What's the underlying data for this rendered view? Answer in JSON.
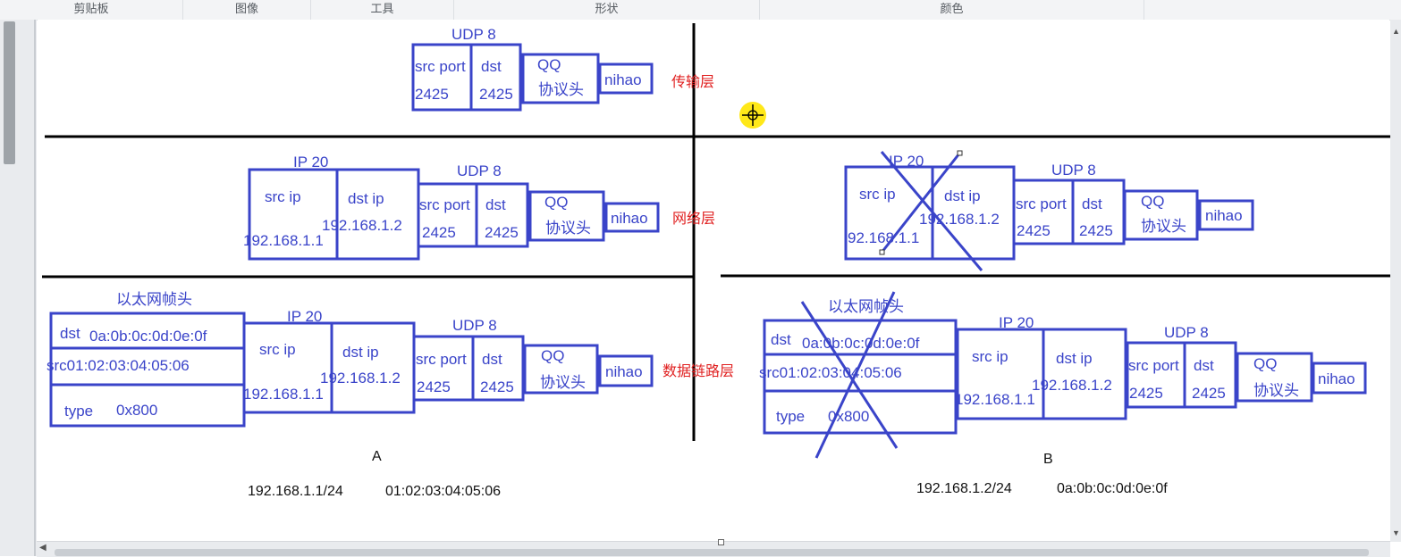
{
  "ribbon": {
    "groups": [
      "剪贴板",
      "图像",
      "工具",
      "形状",
      "颜色"
    ]
  },
  "colors": {
    "box": "#3a44c9",
    "box_text": "#3a44c9",
    "layer_label": "#e02020",
    "divider": "#000000",
    "cursor_highlight": "#ffe600"
  },
  "layers": {
    "transport": "传输层",
    "network": "网络层",
    "datalink": "数据链路层"
  },
  "udp_header": {
    "title": "UDP  8",
    "src_port_label": "src port",
    "dst_label": "dst",
    "src_port_value": "2425",
    "dst_value": "2425"
  },
  "qq_header": {
    "line1": "QQ",
    "line2": "协议头"
  },
  "payload": "nihao",
  "ip_header": {
    "title": "IP 20",
    "src_label": "src ip",
    "dst_label": "dst ip",
    "src_value": "192.168.1.1",
    "src_value_truncated": "92.168.1.1",
    "dst_value": "192.168.1.2"
  },
  "eth_header": {
    "title": "以太网帧头",
    "dst_label": "dst",
    "dst_value": "0a:0b:0c:0d:0e:0f",
    "src_line": "src01:02:03:04:05:06",
    "type_label": "type",
    "type_value": "0x800"
  },
  "hosts": {
    "a": {
      "label": "A",
      "ip": "192.168.1.1/24",
      "mac": "01:02:03:04:05:06"
    },
    "b": {
      "label": "B",
      "ip": "192.168.1.2/24",
      "mac": "0a:0b:0c:0d:0e:0f"
    }
  },
  "icons": [
    "crosshair-cursor-icon",
    "scroll-up-icon",
    "scroll-down-icon",
    "scroll-left-icon"
  ]
}
